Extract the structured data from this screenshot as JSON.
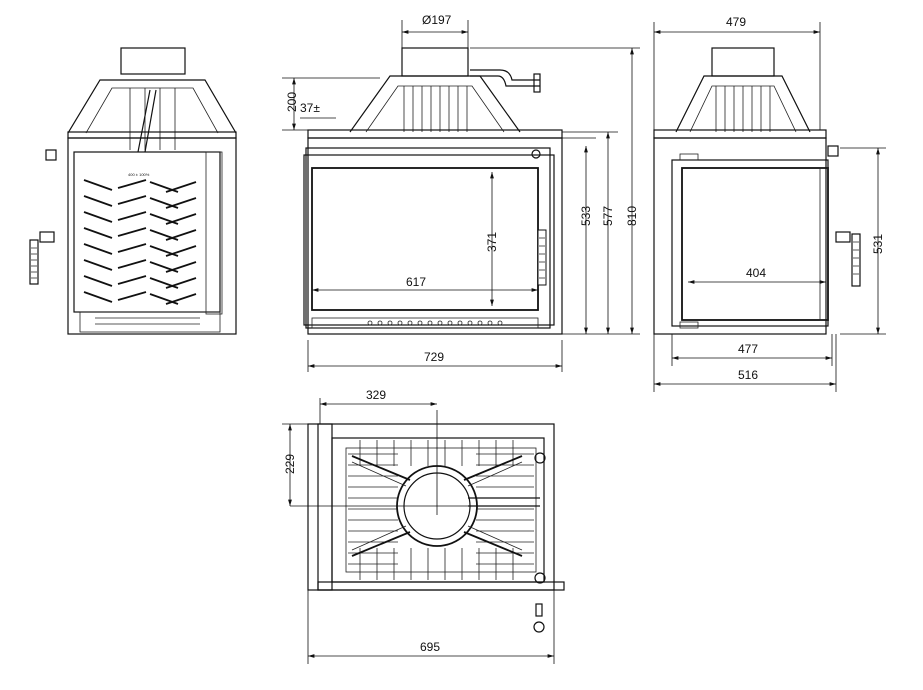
{
  "dimensions": {
    "flue_diameter": "Ø197",
    "top_offset": "37±",
    "flue_height": "200",
    "front_inner_width": "617",
    "front_glass_height": "371",
    "front_width": "729",
    "body_height": "533",
    "height_with_collar": "577",
    "total_height": "810",
    "side_top_width": "479",
    "side_inner_width": "404",
    "side_width": "477",
    "side_total_width": "516",
    "side_height": "531",
    "plan_flue_x": "329",
    "plan_flue_y": "229",
    "plan_width": "695"
  },
  "label_plate": "400 ± 100%"
}
